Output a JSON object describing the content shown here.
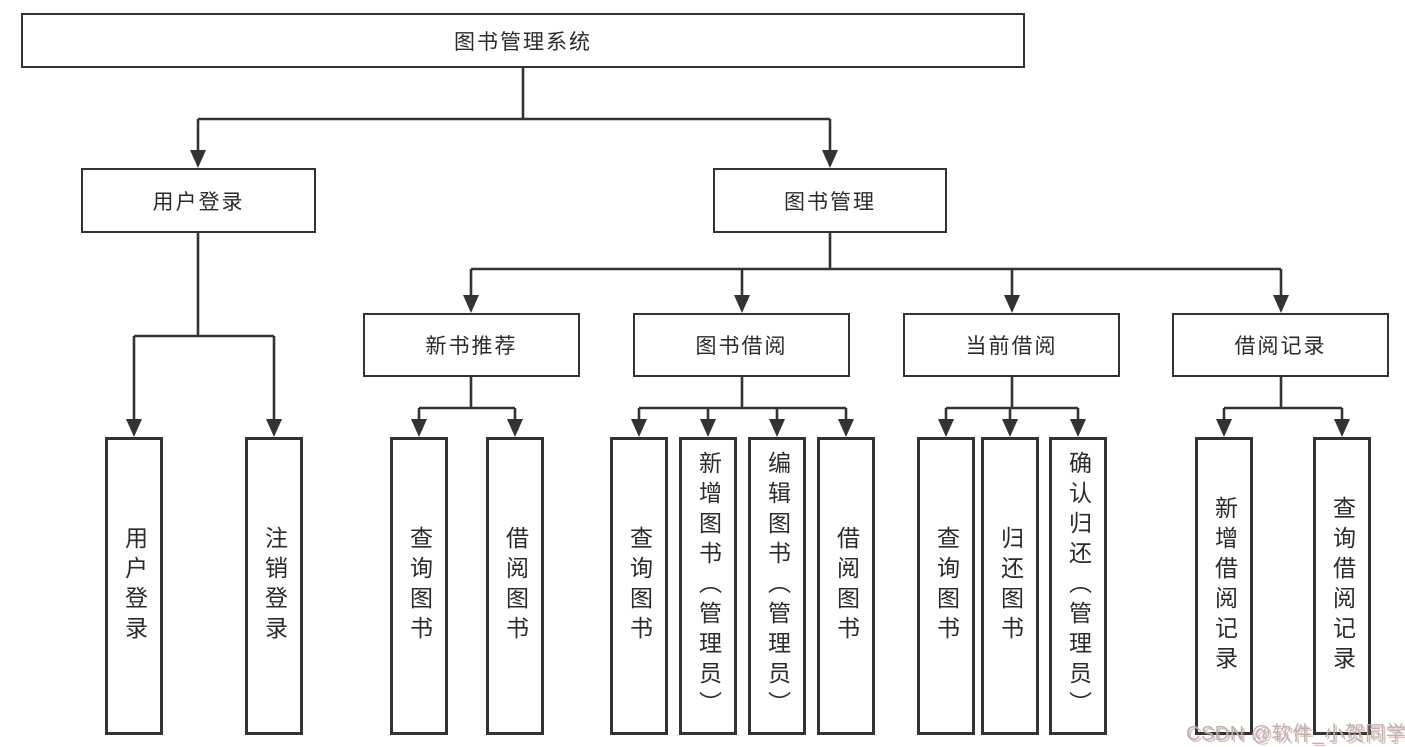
{
  "diagram": {
    "root": {
      "label": "图书管理系统"
    },
    "level2": [
      {
        "id": "user-login",
        "label": "用户登录"
      },
      {
        "id": "book-management",
        "label": "图书管理"
      }
    ],
    "level3": [
      {
        "id": "new-book-recommend",
        "label": "新书推荐"
      },
      {
        "id": "book-borrow",
        "label": "图书借阅"
      },
      {
        "id": "current-borrow",
        "label": "当前借阅"
      },
      {
        "id": "borrow-records",
        "label": "借阅记录"
      }
    ],
    "leaves": [
      {
        "parent": "用户登录",
        "label": "用户登录"
      },
      {
        "parent": "用户登录",
        "label": "注销登录"
      },
      {
        "parent": "新书推荐",
        "label": "查询图书"
      },
      {
        "parent": "新书推荐",
        "label": "借阅图书"
      },
      {
        "parent": "图书借阅",
        "label": "查询图书"
      },
      {
        "parent": "图书借阅",
        "label": "新增图书（管理员）"
      },
      {
        "parent": "图书借阅",
        "label": "编辑图书（管理员）"
      },
      {
        "parent": "图书借阅",
        "label": "借阅图书"
      },
      {
        "parent": "当前借阅",
        "label": "查询图书"
      },
      {
        "parent": "当前借阅",
        "label": "归还图书"
      },
      {
        "parent": "当前借阅",
        "label": "确认归还（管理员）"
      },
      {
        "parent": "借阅记录",
        "label": "新增借阅记录"
      },
      {
        "parent": "借阅记录",
        "label": "查询借阅记录"
      }
    ],
    "watermark": "CSDN @软件_小贺同学",
    "colors": {
      "line": "#333333",
      "box_border": "#333333",
      "text": "#2b2b2b",
      "background": "#ffffff",
      "watermark_text": "#b5b5b5",
      "watermark_shadow": "#d86a64"
    }
  }
}
